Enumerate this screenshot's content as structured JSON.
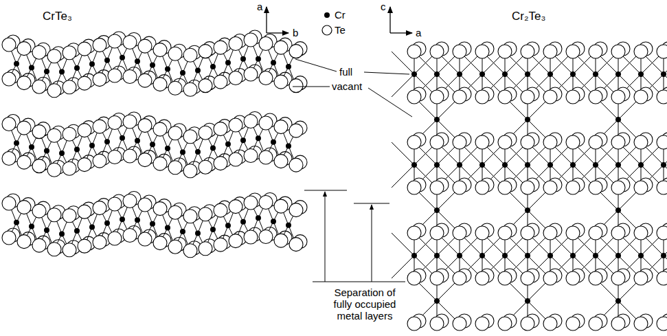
{
  "diagram": {
    "labels": [
      "CrTe₃",
      "a",
      "b",
      "c",
      "a",
      "Cr₂Te₃",
      "full",
      "vacant",
      "Separation of fully occupied metal layers"
    ],
    "legend": [
      {
        "text": "Cr"
      },
      {
        "text": "Te"
      }
    ]
  }
}
